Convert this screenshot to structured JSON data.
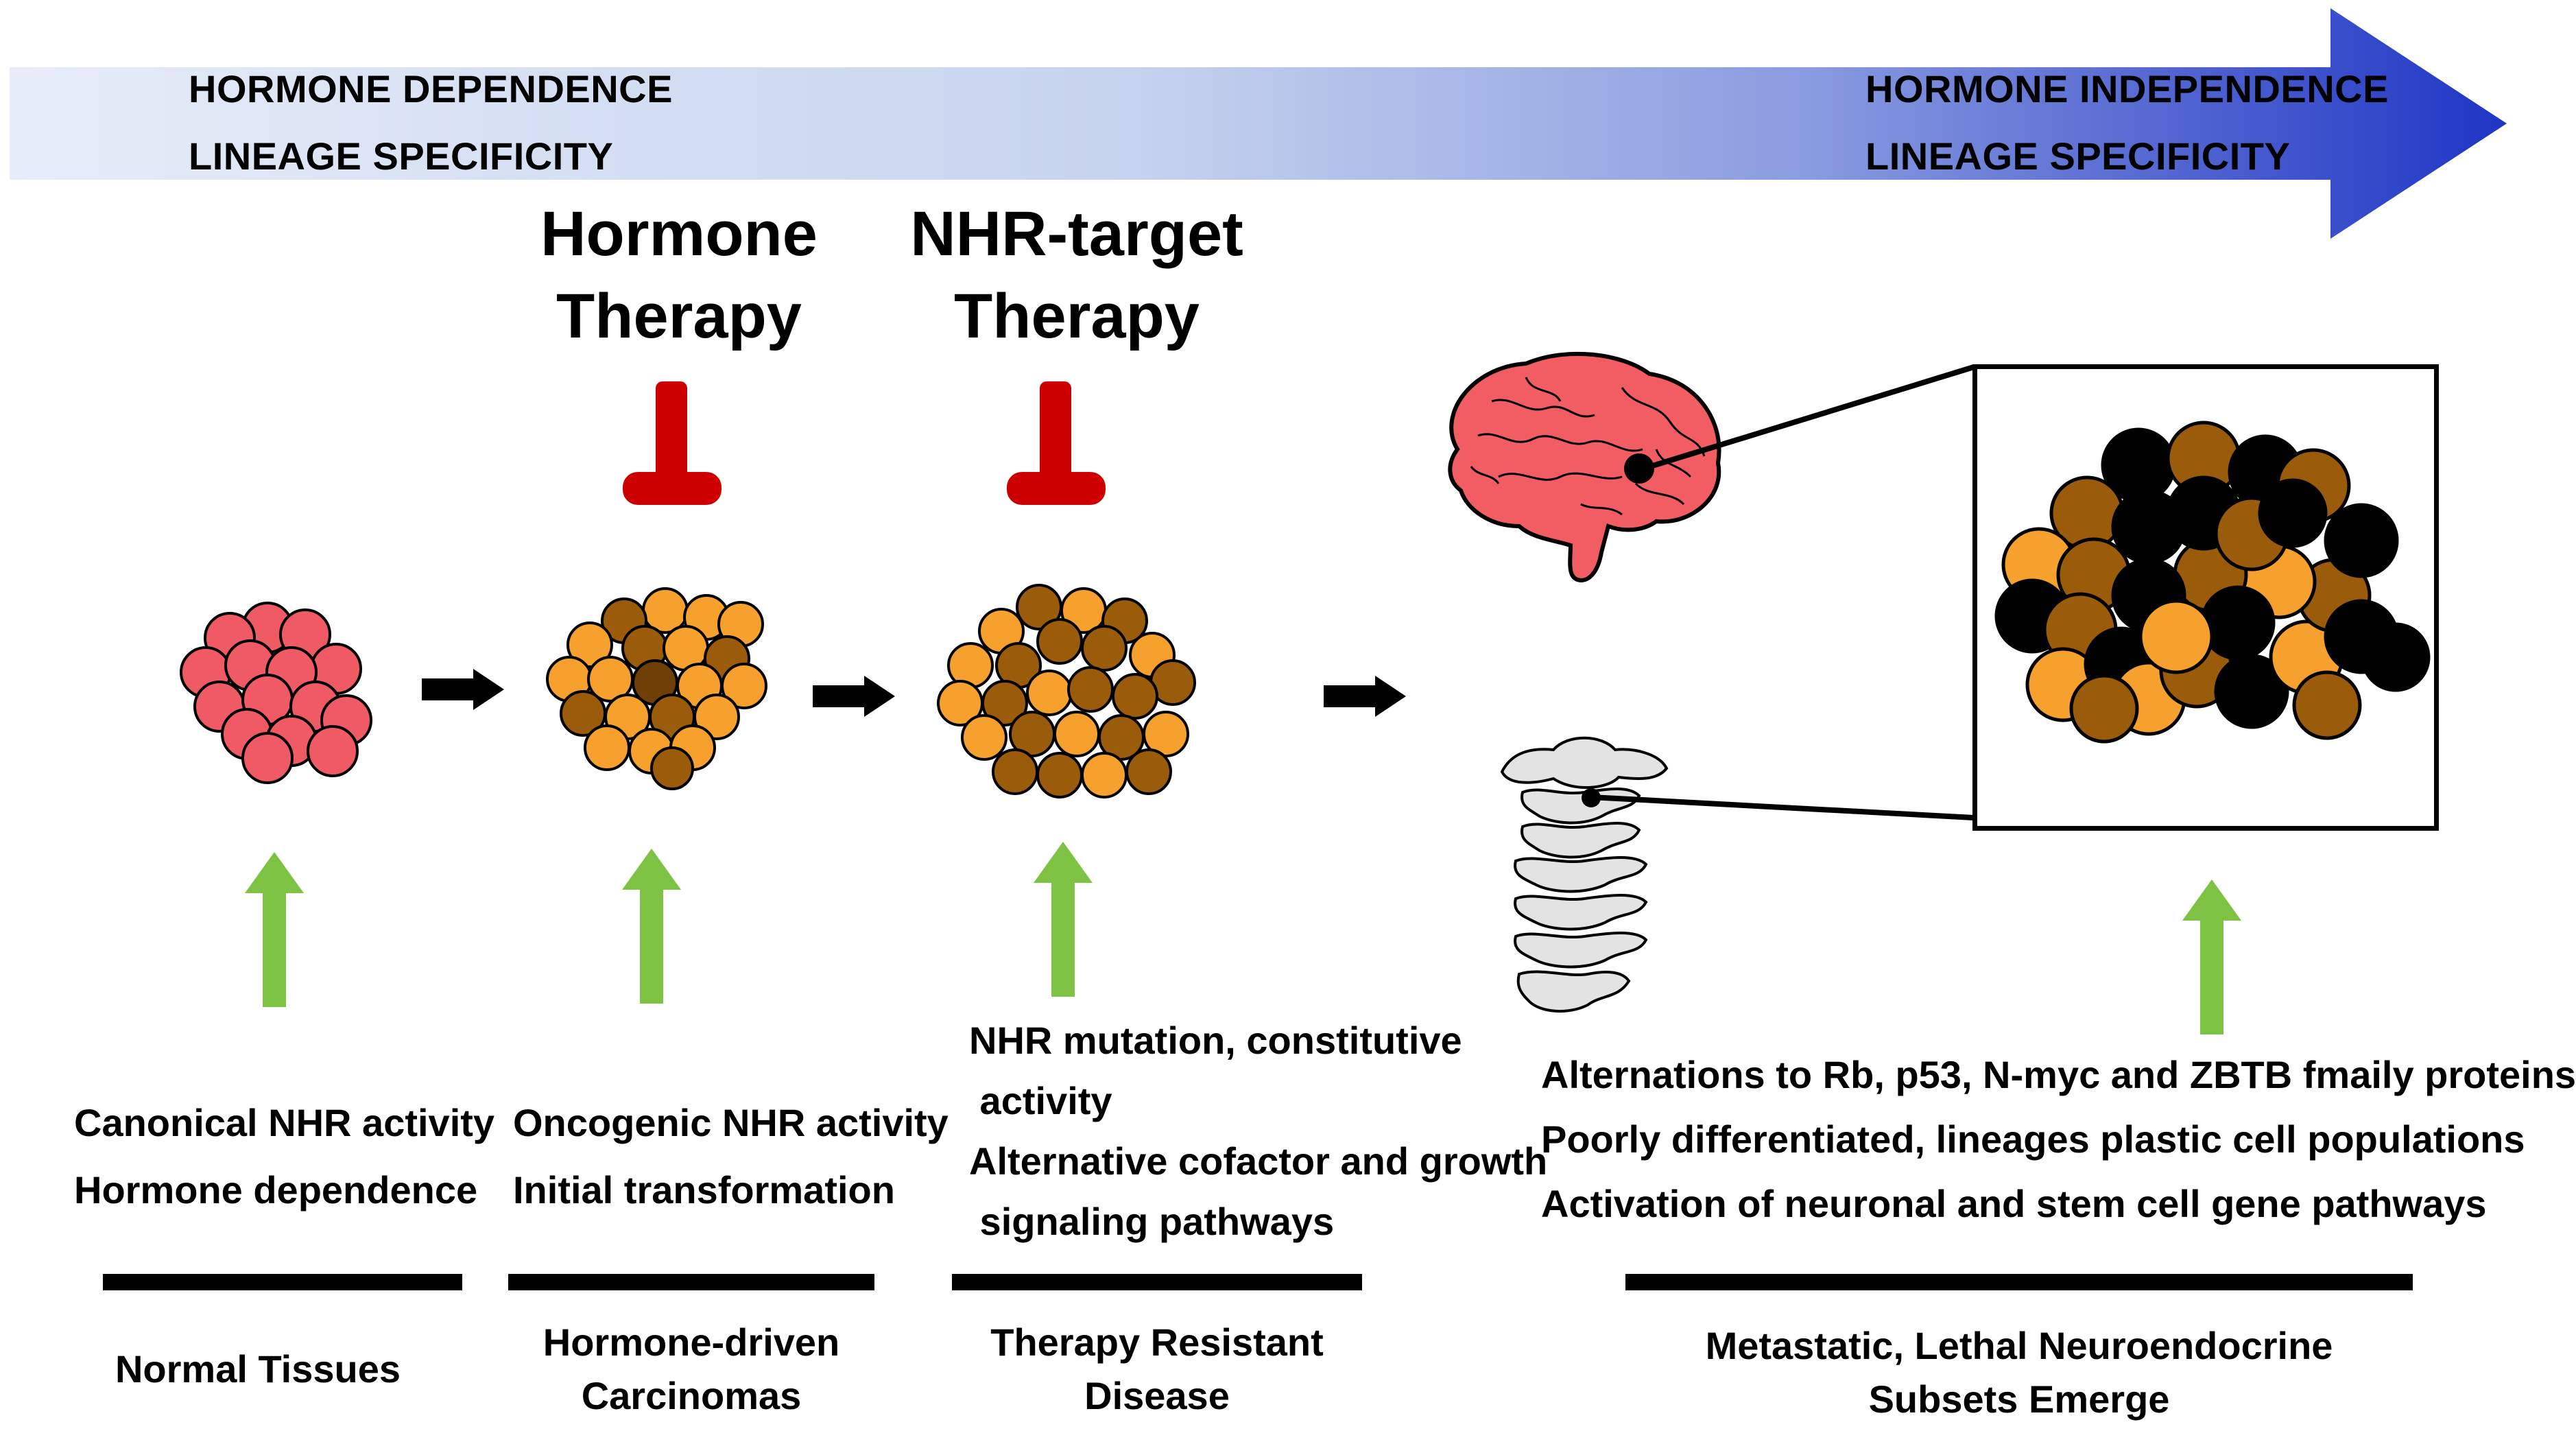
{
  "top_banner": {
    "left_line1": "HORMONE DEPENDENCE",
    "left_line2": "LINEAGE SPECIFICITY",
    "right_line1": "HORMONE INDEPENDENCE",
    "right_line2": "LINEAGE SPECIFICITY",
    "gradient_start": "#e6ecf8",
    "gradient_end": "#1f35c4"
  },
  "therapies": [
    {
      "line1": "Hormone",
      "line2": "Therapy"
    },
    {
      "line1": "NHR-target",
      "line2": "Therapy"
    }
  ],
  "stages": [
    {
      "desc": [
        "Canonical NHR activity",
        "Hormone dependence"
      ],
      "name": [
        "Normal Tissues"
      ]
    },
    {
      "desc": [
        "Oncogenic NHR activity",
        "Initial transformation"
      ],
      "name": [
        "Hormone-driven",
        "Carcinomas"
      ]
    },
    {
      "desc": [
        "NHR mutation, constitutive",
        " activity",
        "Alternative cofactor and growth",
        " signaling pathways"
      ],
      "name": [
        "Therapy Resistant",
        "Disease"
      ]
    },
    {
      "desc": [
        "Alternations to Rb, p53, N-myc and ZBTB fmaily proteins",
        "Poorly differentiated, lineages plastic cell populations",
        "Activation of neuronal and stem cell gene pathways"
      ],
      "name": [
        "Metastatic, Lethal Neuroendocrine",
        "Subsets Emerge"
      ]
    }
  ],
  "colors": {
    "inhibitor": "#cc0000",
    "up_arrow": "#7dc242",
    "normal_cell": "#ef5a64",
    "light_orange_cell": "#f6a02d",
    "dark_brown_cell": "#9a5b0a",
    "brain": "#f25c63",
    "spine": "#e3e3e3"
  }
}
